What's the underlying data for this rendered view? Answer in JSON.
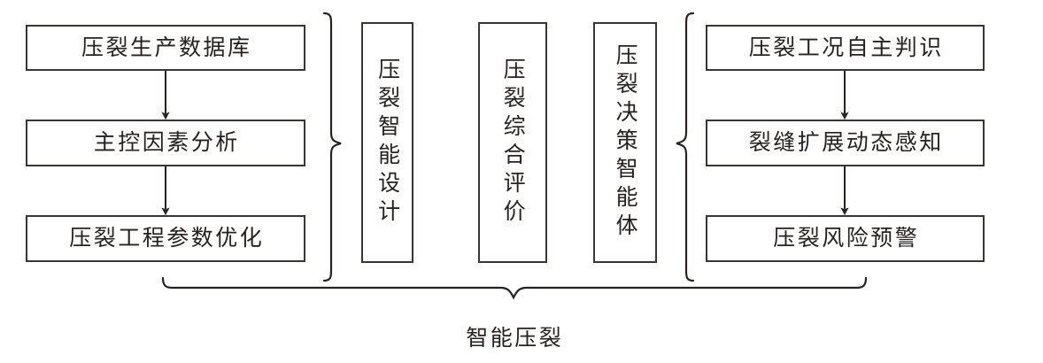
{
  "diagram": {
    "type": "block-flow-diagram",
    "background_color": "#ffffff",
    "line_color": "#3a3634",
    "text_color": "#27221f",
    "caption": "智能压裂",
    "left_column": {
      "group_label": "",
      "nodes": [
        {
          "id": "left-1",
          "label": "压裂生产数据库"
        },
        {
          "id": "left-2",
          "label": "主控因素分析"
        },
        {
          "id": "left-3",
          "label": "压裂工程参数优化"
        }
      ],
      "connectors": [
        {
          "from": "left-1",
          "to": "left-2",
          "style": "arrow-down"
        },
        {
          "from": "left-2",
          "to": "left-3",
          "style": "arrow-down"
        }
      ]
    },
    "middle_column": {
      "nodes": [
        {
          "id": "mid-1",
          "label": "压裂智能设计",
          "orientation": "vertical"
        },
        {
          "id": "mid-2",
          "label": "压裂综合评价",
          "orientation": "vertical"
        },
        {
          "id": "mid-3",
          "label": "压裂决策智能体",
          "orientation": "vertical"
        }
      ]
    },
    "right_column": {
      "nodes": [
        {
          "id": "right-1",
          "label": "压裂工况自主判识"
        },
        {
          "id": "right-2",
          "label": "裂缝扩展动态感知"
        },
        {
          "id": "right-3",
          "label": "压裂风险预警"
        }
      ],
      "connectors": [
        {
          "from": "right-1",
          "to": "right-2",
          "style": "arrow-down"
        },
        {
          "from": "right-2",
          "to": "right-3",
          "style": "arrow-down"
        }
      ]
    },
    "braces": [
      {
        "id": "brace-left-group",
        "direction": "right-pointing",
        "groups": "left_column"
      },
      {
        "id": "brace-right-group",
        "direction": "left-pointing",
        "groups": "right_column"
      },
      {
        "id": "brace-bottom-overall",
        "direction": "down-pointing",
        "groups": "all",
        "label": "智能压裂"
      }
    ]
  }
}
